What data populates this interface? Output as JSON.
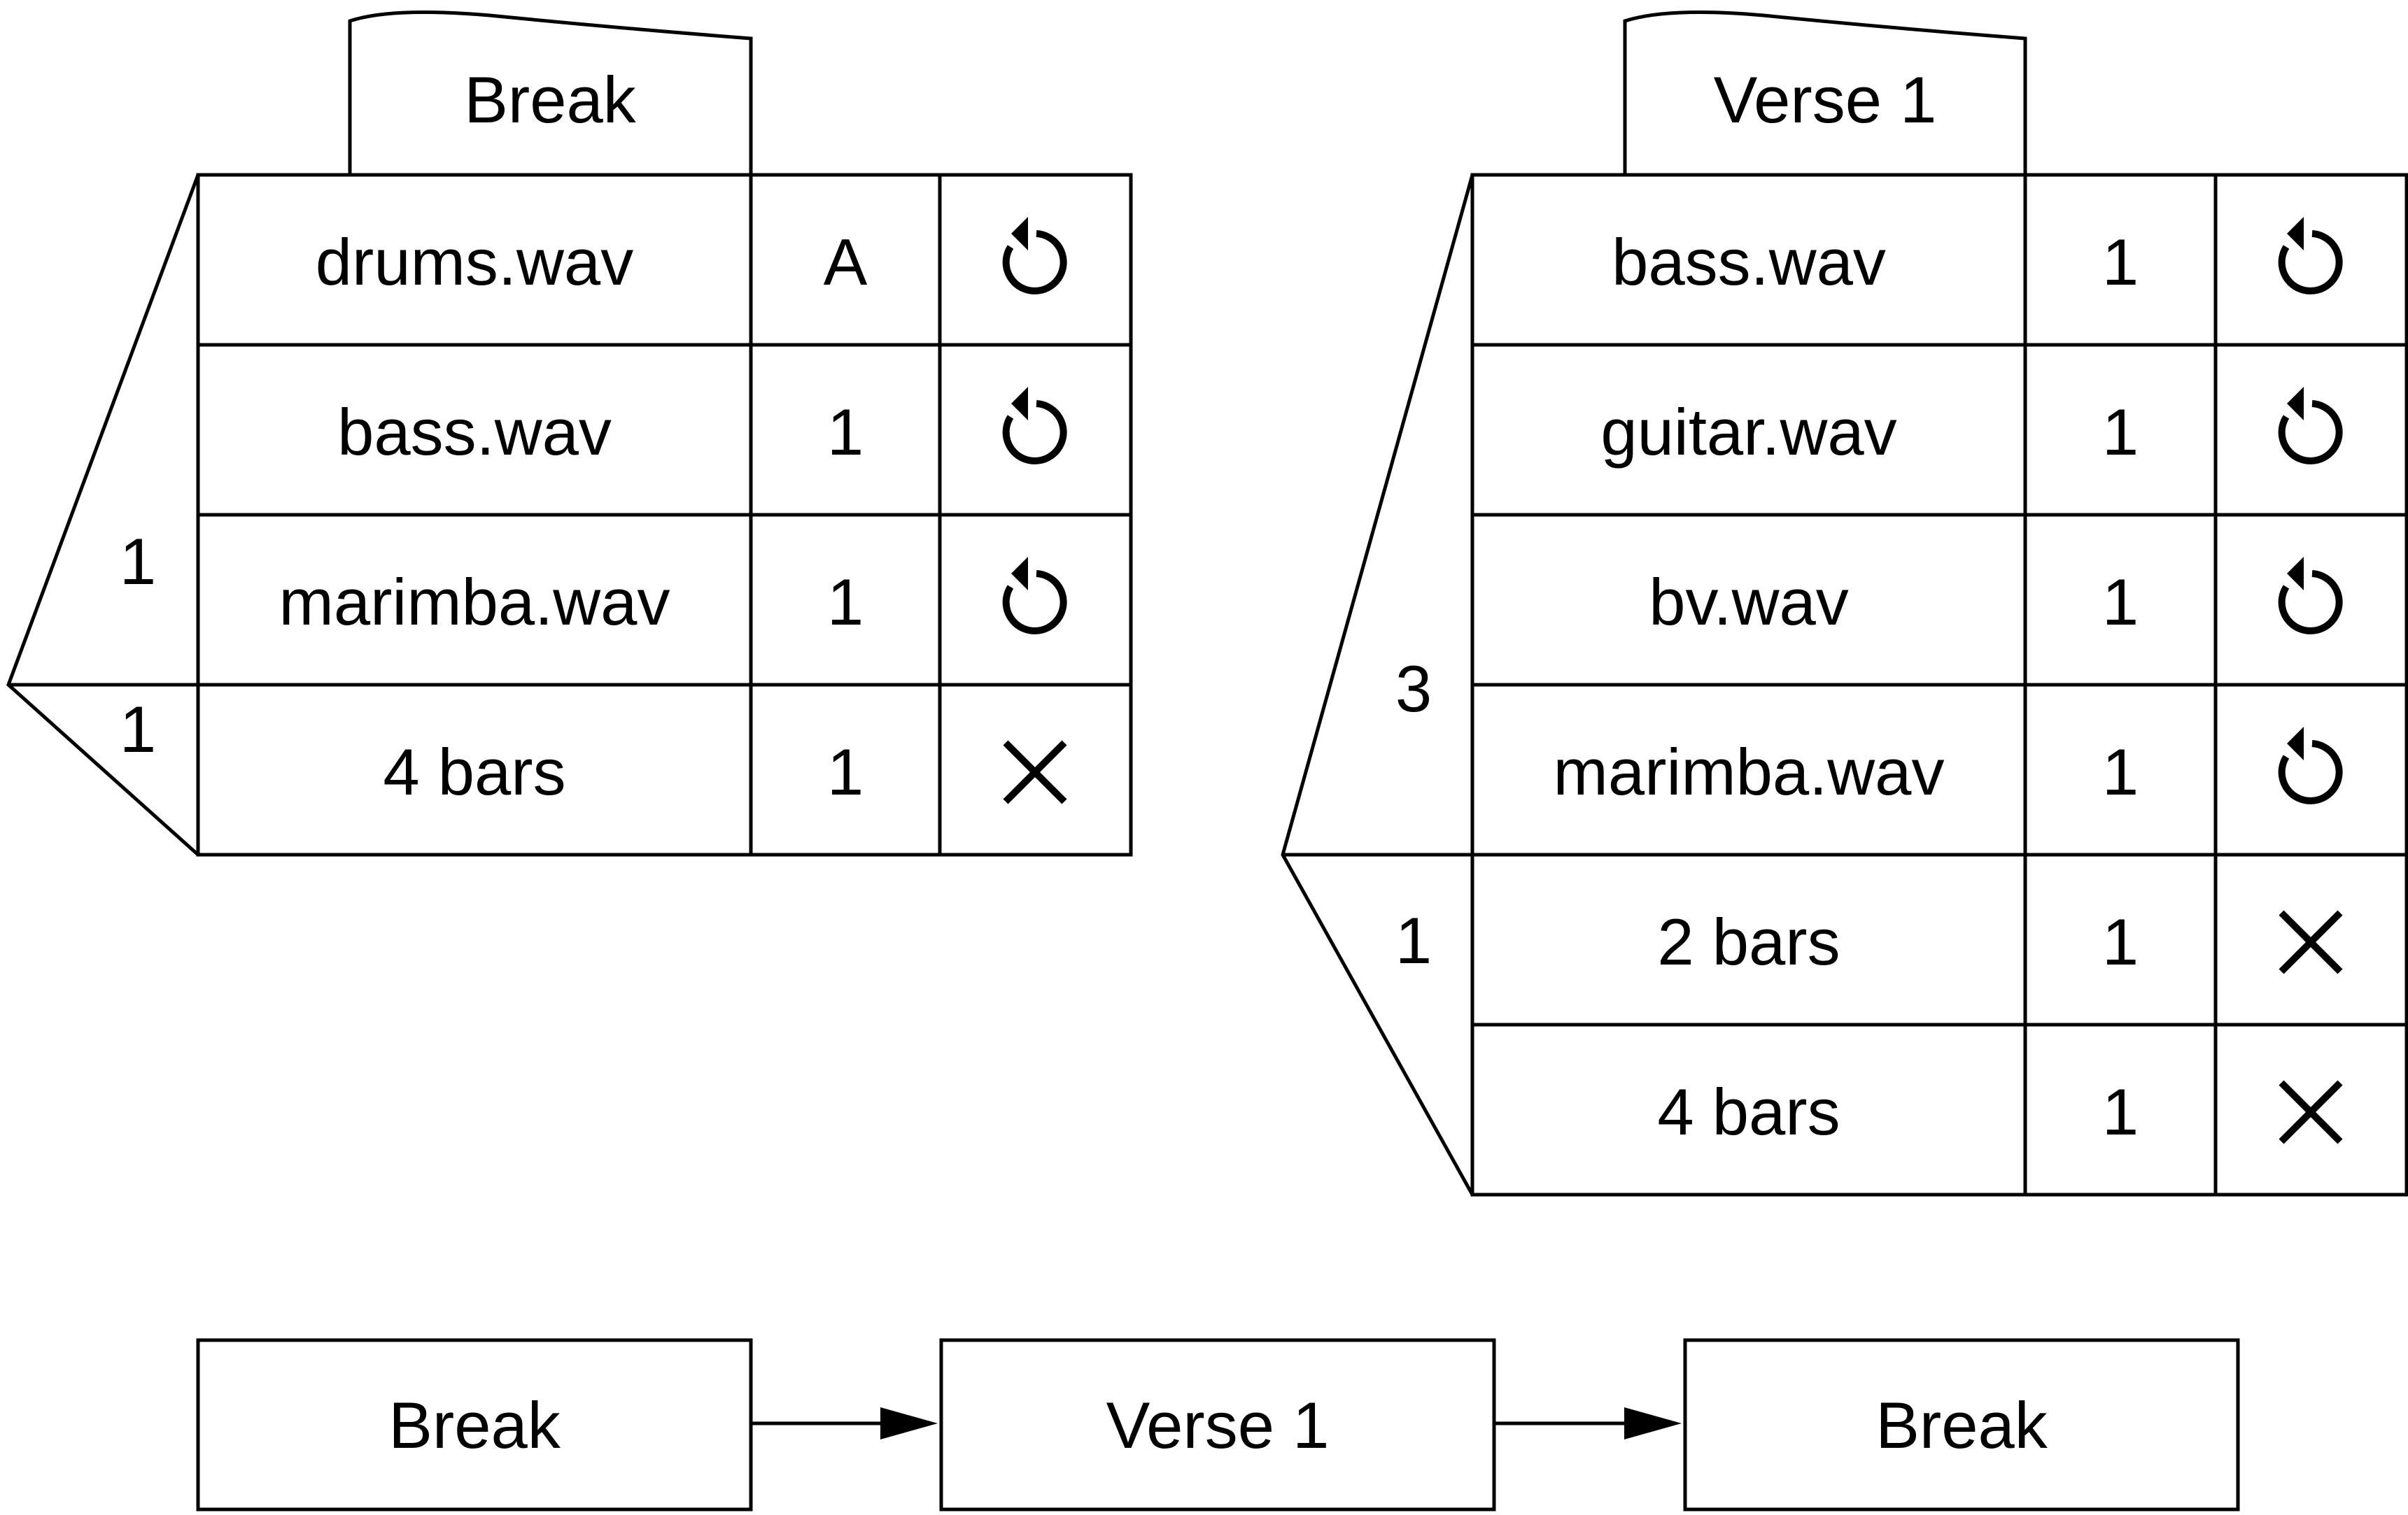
{
  "scenes": [
    {
      "tab_title": "Break",
      "group_counts": [
        "1",
        "1"
      ],
      "rows": [
        {
          "clip": "drums.wav",
          "value": "A",
          "mode": "loop-icon"
        },
        {
          "clip": "bass.wav",
          "value": "1",
          "mode": "loop-icon"
        },
        {
          "clip": "marimba.wav",
          "value": "1",
          "mode": "loop-icon"
        },
        {
          "clip": "4 bars",
          "value": "1",
          "mode": "close-icon"
        }
      ]
    },
    {
      "tab_title": "Verse 1",
      "group_counts": [
        "3",
        "1"
      ],
      "rows": [
        {
          "clip": "bass.wav",
          "value": "1",
          "mode": "loop-icon"
        },
        {
          "clip": "guitar.wav",
          "value": "1",
          "mode": "loop-icon"
        },
        {
          "clip": "bv.wav",
          "value": "1",
          "mode": "loop-icon"
        },
        {
          "clip": "marimba.wav",
          "value": "1",
          "mode": "loop-icon"
        },
        {
          "clip": "2 bars",
          "value": "1",
          "mode": "close-icon"
        },
        {
          "clip": "4 bars",
          "value": "1",
          "mode": "close-icon"
        }
      ]
    }
  ],
  "sequence": [
    "Break",
    "Verse 1",
    "Break"
  ]
}
